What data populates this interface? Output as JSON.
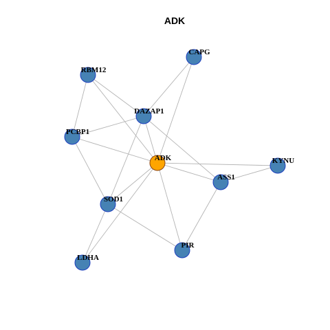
{
  "title": "ADK",
  "colors": {
    "center_fill": "#FFA500",
    "center_stroke": "#8B4513",
    "node_fill": "#4682B4",
    "node_stroke": "#1E3FBF",
    "edge": "#B3B3B3"
  },
  "network": {
    "center": "ADK",
    "nodes": [
      "ADK",
      "CAPG",
      "RBM12",
      "DAZAP1",
      "PCBP1",
      "KYNU",
      "ASS1",
      "SOD1",
      "PIR",
      "LDHA"
    ],
    "edges": [
      [
        "ADK",
        "CAPG"
      ],
      [
        "ADK",
        "RBM12"
      ],
      [
        "ADK",
        "DAZAP1"
      ],
      [
        "ADK",
        "PCBP1"
      ],
      [
        "ADK",
        "KYNU"
      ],
      [
        "ADK",
        "ASS1"
      ],
      [
        "ADK",
        "SOD1"
      ],
      [
        "ADK",
        "PIR"
      ],
      [
        "ADK",
        "LDHA"
      ],
      [
        "CAPG",
        "DAZAP1"
      ],
      [
        "RBM12",
        "DAZAP1"
      ],
      [
        "RBM12",
        "PCBP1"
      ],
      [
        "DAZAP1",
        "PCBP1"
      ],
      [
        "DAZAP1",
        "ASS1"
      ],
      [
        "DAZAP1",
        "SOD1"
      ],
      [
        "PCBP1",
        "SOD1"
      ],
      [
        "KYNU",
        "ASS1"
      ],
      [
        "ASS1",
        "PIR"
      ],
      [
        "SOD1",
        "PIR"
      ],
      [
        "SOD1",
        "LDHA"
      ]
    ]
  }
}
